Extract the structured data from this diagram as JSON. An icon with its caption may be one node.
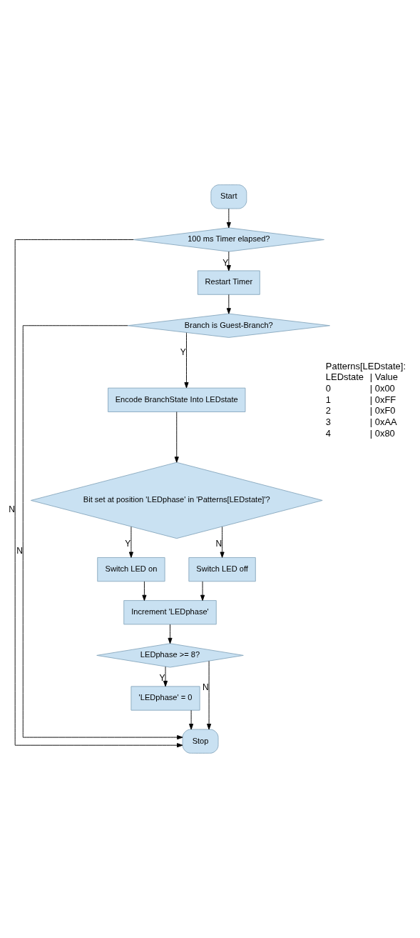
{
  "diagram": {
    "nodes": [
      {
        "text": [
          "Start"
        ]
      },
      {
        "text": [
          "100 ms Timer elapsed?"
        ]
      },
      {
        "text": [
          "Restart Timer"
        ]
      },
      {
        "text": [
          "Branch is Guest-Branch?"
        ]
      },
      {
        "text": [
          "Encode BranchState Into LEDstate"
        ]
      },
      {
        "text": [
          "Bit set at position 'LEDphase' in 'Patterns[LEDstate]'?"
        ]
      },
      {
        "text": [
          "Switch LED on"
        ]
      },
      {
        "text": [
          "Switch LED off"
        ]
      },
      {
        "text": [
          "Increment 'LEDphase'"
        ]
      },
      {
        "text": [
          "LEDphase >= 8?"
        ]
      },
      {
        "text": [
          "'LEDphase' = 0"
        ]
      },
      {
        "text": [
          "Stop"
        ]
      }
    ],
    "edges": [
      {
        "from": 0,
        "to": 1,
        "arrow": "to"
      },
      {
        "from": 1,
        "to": 2,
        "arrow": "to",
        "label": "Y"
      },
      {
        "from": 1,
        "to": 11,
        "arrow": "to",
        "label": "N"
      },
      {
        "from": 2,
        "to": 3,
        "arrow": "to"
      },
      {
        "from": 3,
        "to": 4,
        "arrow": "to",
        "label": "Y"
      },
      {
        "from": 3,
        "to": 11,
        "arrow": "to",
        "label": "N"
      },
      {
        "from": 4,
        "to": 5,
        "arrow": "to"
      },
      {
        "from": 5,
        "to": 6,
        "arrow": "to",
        "label": "Y"
      },
      {
        "from": 5,
        "to": 7,
        "arrow": "to",
        "label": "N"
      },
      {
        "from": 6,
        "to": 8,
        "arrow": "to"
      },
      {
        "from": 7,
        "to": 8,
        "arrow": "to"
      },
      {
        "from": 8,
        "to": 9,
        "arrow": "to"
      },
      {
        "from": 9,
        "to": 10,
        "arrow": "to",
        "label": "Y"
      },
      {
        "from": 9,
        "to": 11,
        "arrow": "to",
        "label": "N"
      },
      {
        "from": 10,
        "to": 11,
        "arrow": "to"
      }
    ],
    "labels": [
      "Patterns[LEDstate]:",
      "LEDstate",
      "| Value",
      "0",
      "| 0x00",
      "1",
      "| 0xFF",
      "2",
      "| 0xF0",
      "3",
      "| 0xAA",
      "4",
      "| 0x80"
    ]
  }
}
